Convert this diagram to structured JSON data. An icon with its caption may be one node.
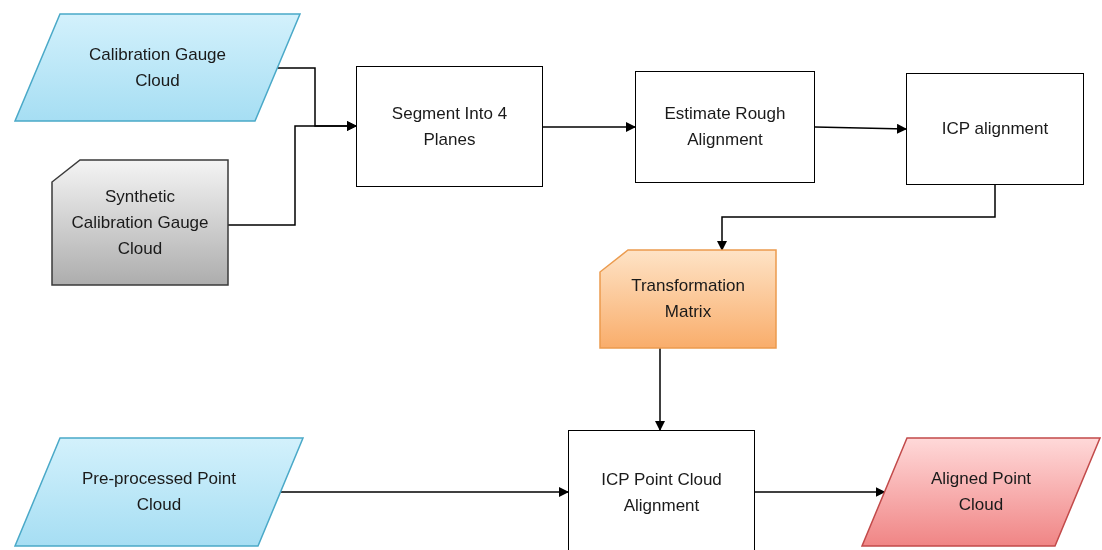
{
  "diagram": {
    "nodes": [
      {
        "text": [
          "Calibration Gauge Cloud"
        ]
      },
      {
        "text": [
          "Synthetic Calibration Gauge Cloud"
        ]
      },
      {
        "text": [
          "Segment Into 4 Planes"
        ]
      },
      {
        "text": [
          "Estimate Rough Alignment"
        ]
      },
      {
        "text": [
          "ICP alignment"
        ]
      },
      {
        "text": [
          "Transformation Matrix"
        ]
      },
      {
        "text": [
          "Pre-processed Point Cloud"
        ]
      },
      {
        "text": [
          "ICP Point Cloud Alignment"
        ]
      },
      {
        "text": [
          "Aligned Point Cloud"
        ]
      }
    ],
    "edges": [
      {
        "from": 0,
        "to": 2,
        "arrow": "to"
      },
      {
        "from": 1,
        "to": 2,
        "arrow": "to"
      },
      {
        "from": 2,
        "to": 3,
        "arrow": "to"
      },
      {
        "from": 3,
        "to": 4,
        "arrow": "to"
      },
      {
        "from": 4,
        "to": 5,
        "arrow": "to"
      },
      {
        "from": 5,
        "to": 7,
        "arrow": "to"
      },
      {
        "from": 6,
        "to": 7,
        "arrow": "to"
      },
      {
        "from": 7,
        "to": 8,
        "arrow": "to"
      }
    ]
  }
}
